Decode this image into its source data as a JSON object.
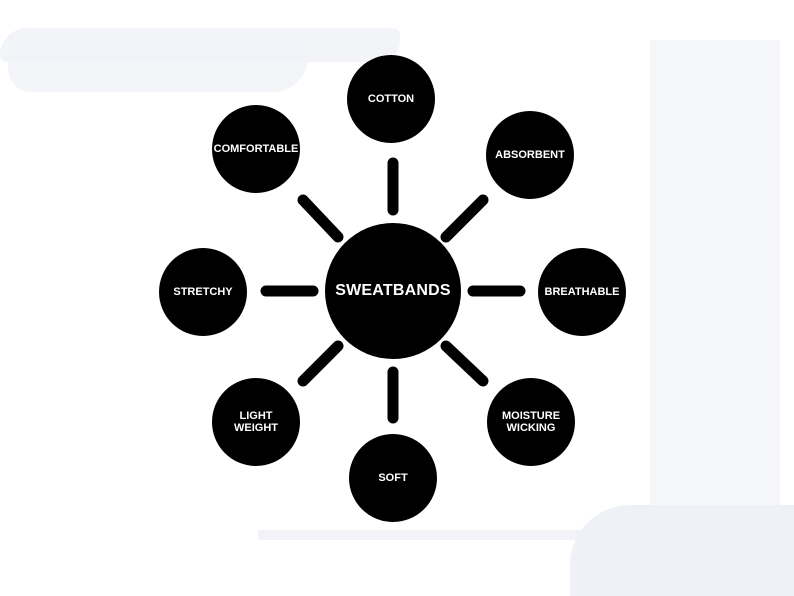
{
  "diagram": {
    "center": "SWEATBANDS",
    "nodes": [
      {
        "label": "COTTON"
      },
      {
        "label": "ABSORBENT"
      },
      {
        "label": "BREATHABLE"
      },
      {
        "label": "MOISTURE\nWICKING"
      },
      {
        "label": "SOFT"
      },
      {
        "label": "LIGHT\nWEIGHT"
      },
      {
        "label": "STRETCHY"
      },
      {
        "label": "COMFORTABLE"
      }
    ],
    "colors": {
      "node_fill": "#000000",
      "text": "#ffffff",
      "background": "#ffffff"
    }
  }
}
